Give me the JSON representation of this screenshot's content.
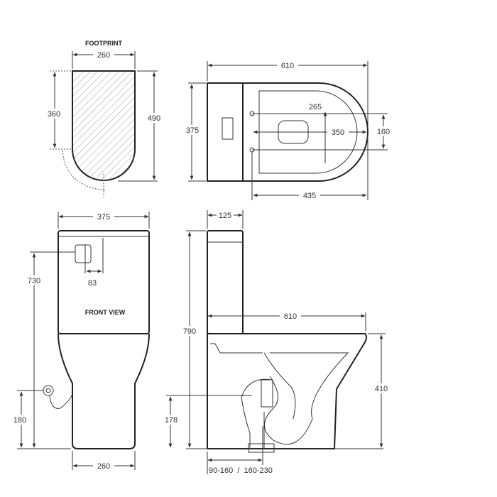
{
  "footprint": {
    "title": "FOOTPRINT",
    "width": "260",
    "depth_straight": "360",
    "depth_total": "490"
  },
  "top_view": {
    "length": "610",
    "width": "375",
    "seat_depth": "265",
    "seat_length": "350",
    "seat_width": "160",
    "pan_length": "435"
  },
  "front_view": {
    "title": "FRONT VIEW",
    "width": "375",
    "height": "730",
    "button_offset": "83",
    "inlet_height": "180",
    "base_width": "260"
  },
  "side_view": {
    "tank_depth": "125",
    "height": "790",
    "length": "610",
    "seat_height": "410",
    "outlet_height": "178",
    "setout": "90-160  /  160-230"
  }
}
